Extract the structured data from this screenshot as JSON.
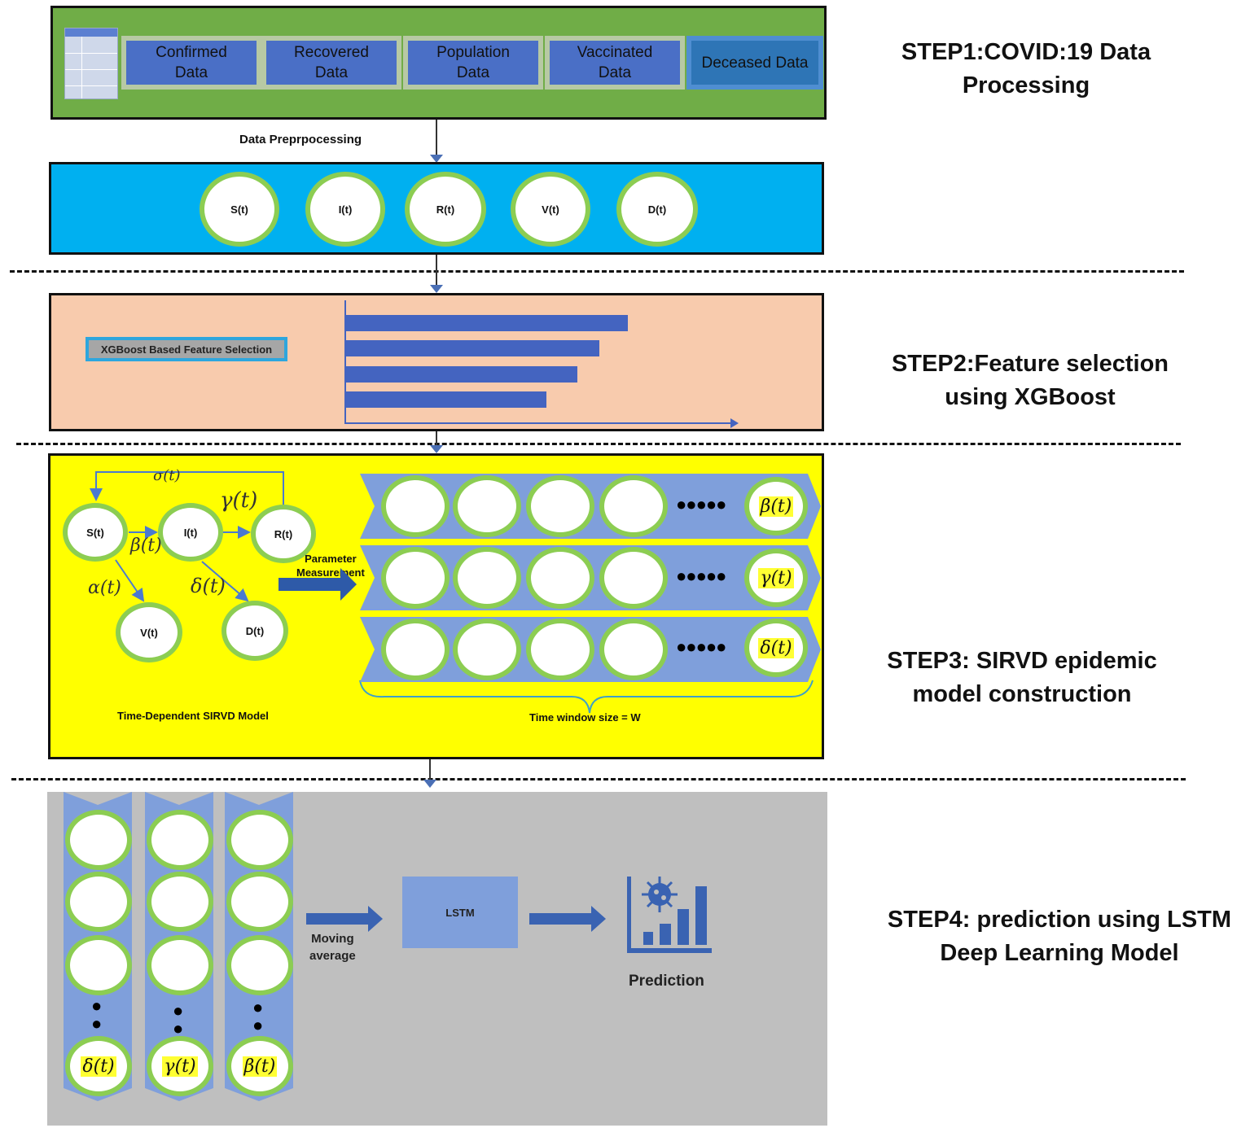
{
  "step1": {
    "title": "STEP1:COVID:19 Data\nProcessing",
    "data_boxes": [
      "Confirmed\nData",
      "Recovered\nData",
      "Population\nData",
      "Vaccinated\nData",
      "Deceased Data"
    ],
    "preprocessing_label": "Data Preprpocessing"
  },
  "compartments": [
    "S(t)",
    "I(t)",
    "R(t)",
    "V(t)",
    "D(t)"
  ],
  "step2": {
    "title": "STEP2:Feature selection\nusing XGBoost",
    "xgboost_label": "XGBoost Based Feature Selection",
    "feature_importance": [
      100,
      90,
      82,
      71
    ]
  },
  "step3": {
    "title": "STEP3: SIRVD epidemic\nmodel construction",
    "model_label": "Time-Dependent SIRVD Model",
    "param_label": "Parameter\nMeasurement",
    "window_label": "Time window size = W",
    "rates": {
      "sigma": "σ(t)",
      "gamma": "γ(t)",
      "beta": "β(t)",
      "alpha": "α(t)",
      "delta": "δ(t)"
    },
    "rows": [
      "β(t)",
      "γ(t)",
      "δ(t)"
    ]
  },
  "step4": {
    "title": "STEP4: prediction using LSTM\nDeep Learning Model",
    "columns": [
      "δ(t)",
      "γ(t)",
      "β(t)"
    ],
    "moving_label": "Moving\naverage",
    "lstm_label": "LSTM",
    "prediction_label": "Prediction"
  },
  "colors": {
    "step1_bg": "#70ad47",
    "step1b_bg": "#00b0f0",
    "step2_bg": "#f8cbad",
    "step3_bg": "#ffff00",
    "step4_bg": "#bfbfbf",
    "blue": "#4472c4",
    "circle_border": "#8ccd52"
  },
  "icons": [
    "table-icon",
    "virus-chart-icon"
  ]
}
